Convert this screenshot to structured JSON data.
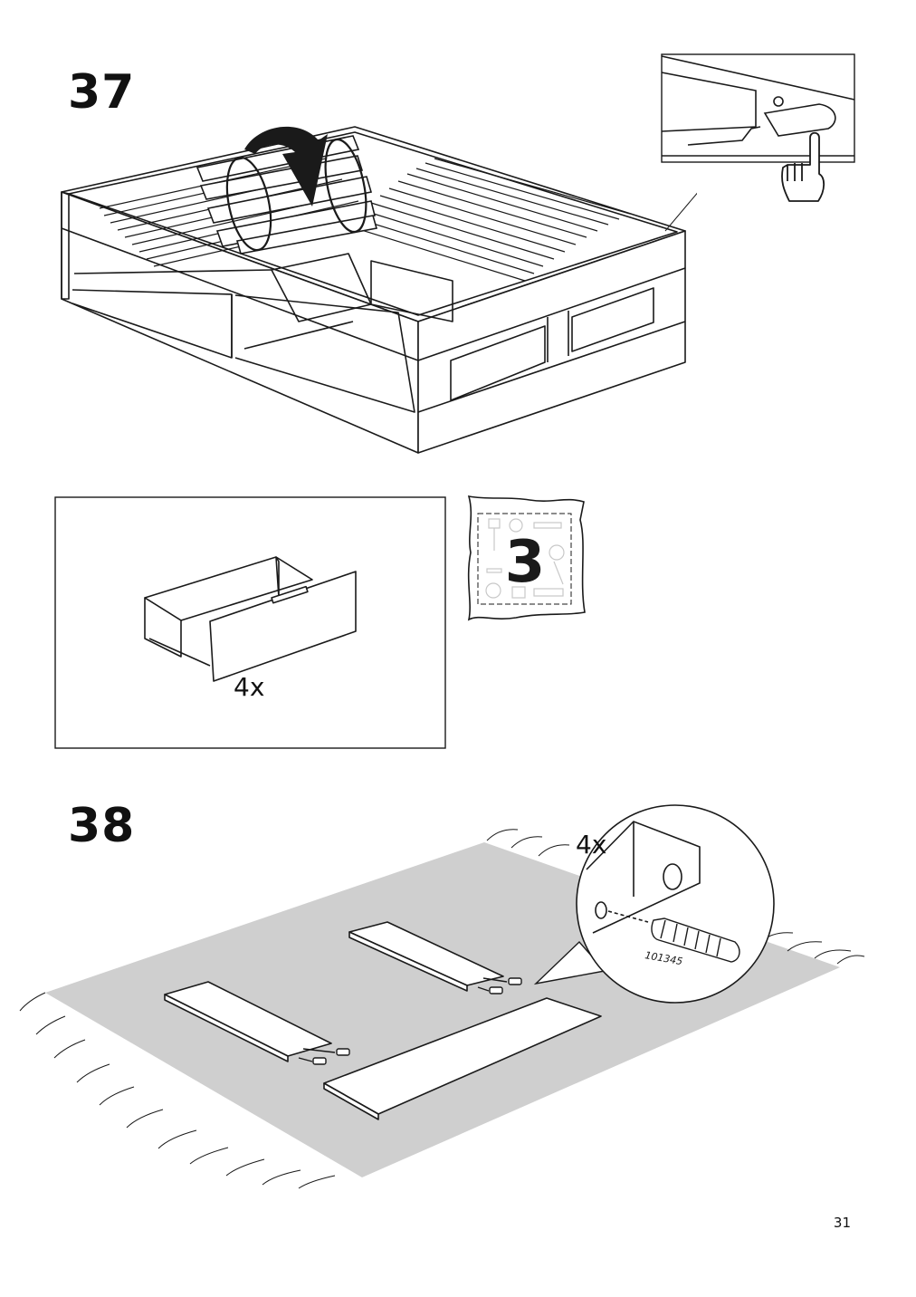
{
  "step37": {
    "number": "37",
    "inset_box": {
      "quantity": "4x"
    },
    "bag_badge": {
      "number": "3"
    }
  },
  "step38": {
    "number": "38",
    "detail": {
      "quantity": "4x",
      "part_number": "101345"
    }
  },
  "page_number": "31",
  "colors": {
    "line": "#1a1a1a",
    "rug": "#cfcfcf",
    "white": "#ffffff"
  }
}
